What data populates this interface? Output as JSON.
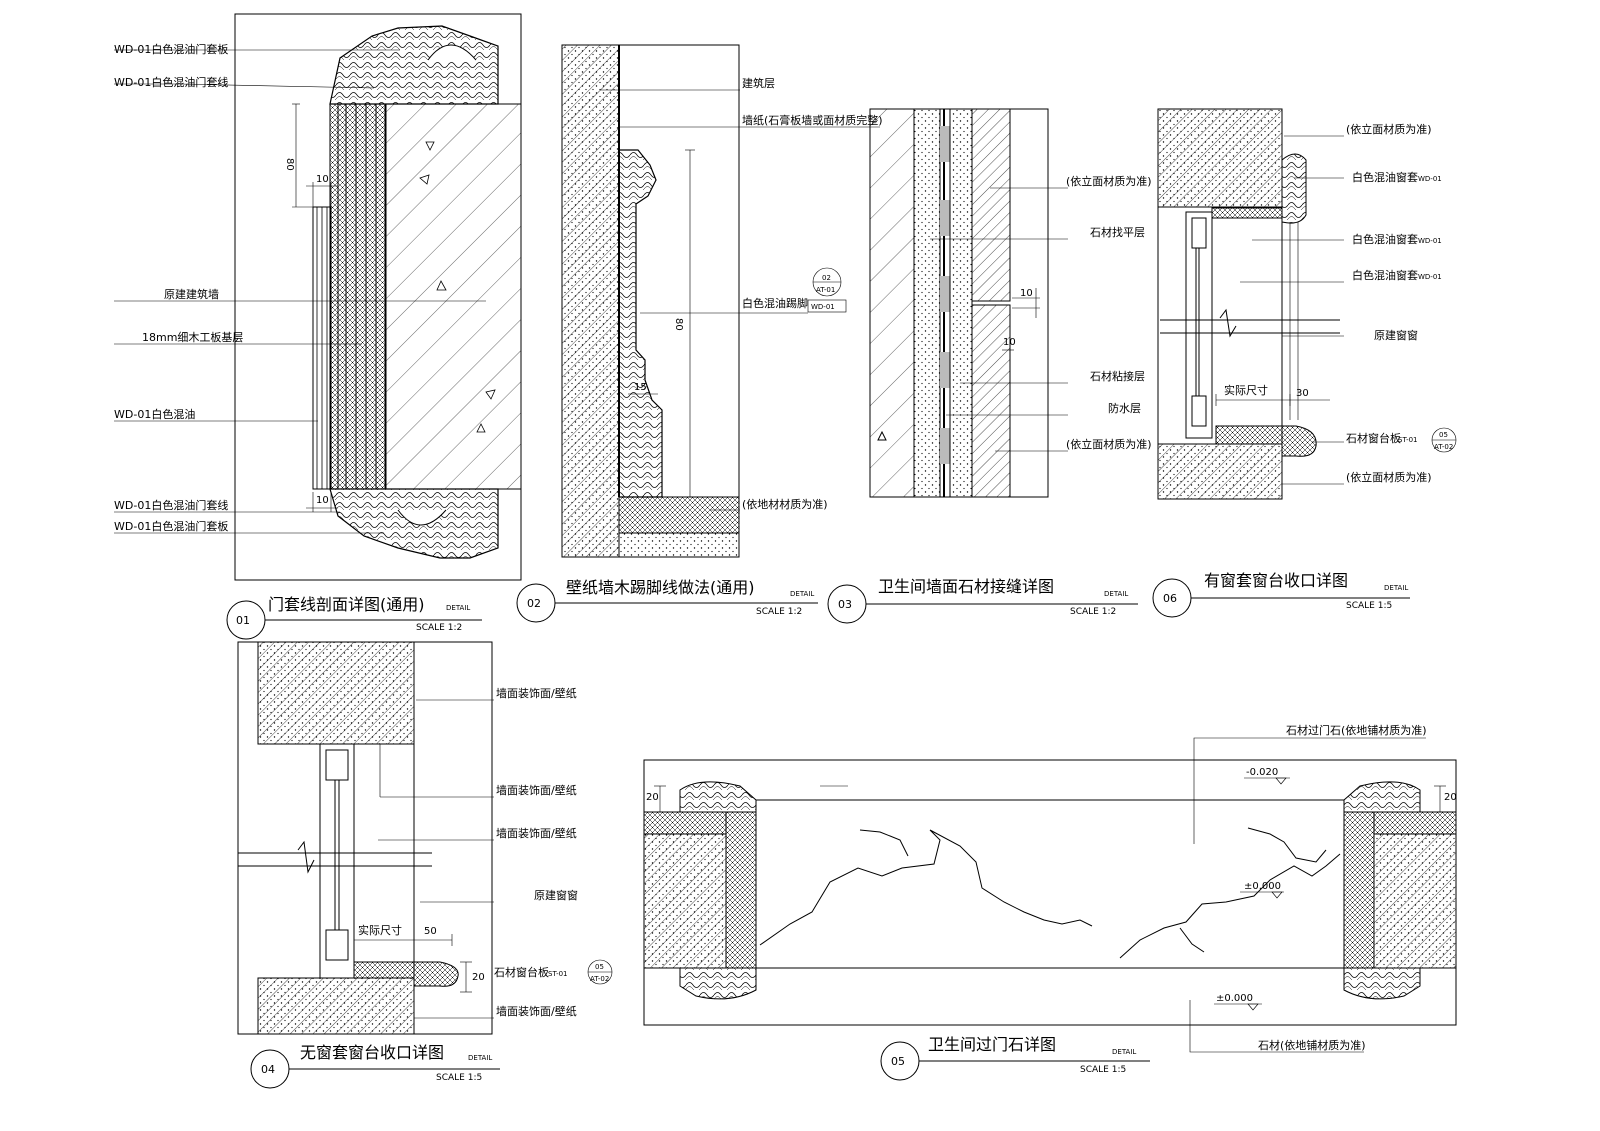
{
  "d01": {
    "num": "01",
    "title": "门套线剖面详图(通用)",
    "detail": "DETAIL",
    "scale": "SCALE 1:2",
    "labels": {
      "top1": "WD-01白色混油门套板",
      "top2": "WD-01白色混油门套线",
      "wall": "原建建筑墙",
      "ply": "18mm细木工板基层",
      "paint": "WD-01白色混油",
      "bot1": "WD-01白色混油门套线",
      "bot2": "WD-01白色混油门套板"
    },
    "dims": {
      "a": "80",
      "b": "10",
      "c": "10"
    }
  },
  "d02": {
    "num": "02",
    "title": "壁纸墙木踢脚线做法(通用)",
    "detail": "DETAIL",
    "scale": "SCALE 1:2",
    "labels": {
      "base": "建筑层",
      "paper": "墙纸(石膏板墙或面材质完整)",
      "skirt": "白色混油踢脚",
      "floor": "(依地材材质为准)"
    },
    "dims": {
      "h": "80",
      "t": "15"
    },
    "callout": {
      "top": "02",
      "bot": "AT-01",
      "code": "WD-01"
    }
  },
  "d03": {
    "num": "03",
    "title": "卫生间墙面石材接缝详图",
    "detail": "DETAIL",
    "scale": "SCALE 1:2",
    "labels": {
      "l1": "(依立面材质为准)",
      "l2": "石材找平层",
      "l3": "石材粘接层",
      "l4": "防水层",
      "l5": "(依立面材质为准)"
    },
    "dims": {
      "a": "10",
      "b": "10"
    }
  },
  "d06": {
    "num": "06",
    "title": "有窗套窗台收口详图",
    "detail": "DETAIL",
    "scale": "SCALE 1:5",
    "labels": {
      "top": "(依立面材质为准)",
      "l1": "白色混油窗套",
      "l2": "白色混油窗套",
      "l3": "白色混油窗套",
      "window": "原建窗窗",
      "sill": "石材窗台板",
      "bot": "(依立面材质为准)"
    },
    "codes": {
      "l1": "WD-01",
      "l2": "WD-01",
      "l3": "WD-01",
      "sill": "ST-01"
    },
    "dims": {
      "actual": "实际尺寸",
      "w": "30"
    },
    "callout": {
      "top": "05",
      "bot": "AT-02"
    }
  },
  "d04": {
    "num": "04",
    "title": "无窗套窗台收口详图",
    "detail": "DETAIL",
    "scale": "SCALE 1:5",
    "labels": {
      "l1": "墙面装饰面/壁纸",
      "l2": "墙面装饰面/壁纸",
      "l3": "墙面装饰面/壁纸",
      "window": "原建窗窗",
      "sill": "石材窗台板",
      "l4": "墙面装饰面/壁纸"
    },
    "codes": {
      "sill": "ST-01"
    },
    "dims": {
      "actual": "实际尺寸",
      "w": "50",
      "h": "20"
    },
    "callout": {
      "top": "05",
      "bot": "AT-02"
    }
  },
  "d05": {
    "num": "05",
    "title": "卫生间过门石详图",
    "detail": "DETAIL",
    "scale": "SCALE 1:5",
    "labels": {
      "stone": "石材过门石(依地铺材质为准)",
      "floor": "石材(依地铺材质为准)"
    },
    "elev": {
      "e1": "-0.020",
      "e2": "±0.000",
      "e3": "±0.000"
    },
    "dims": {
      "l": "20",
      "r": "20"
    }
  }
}
